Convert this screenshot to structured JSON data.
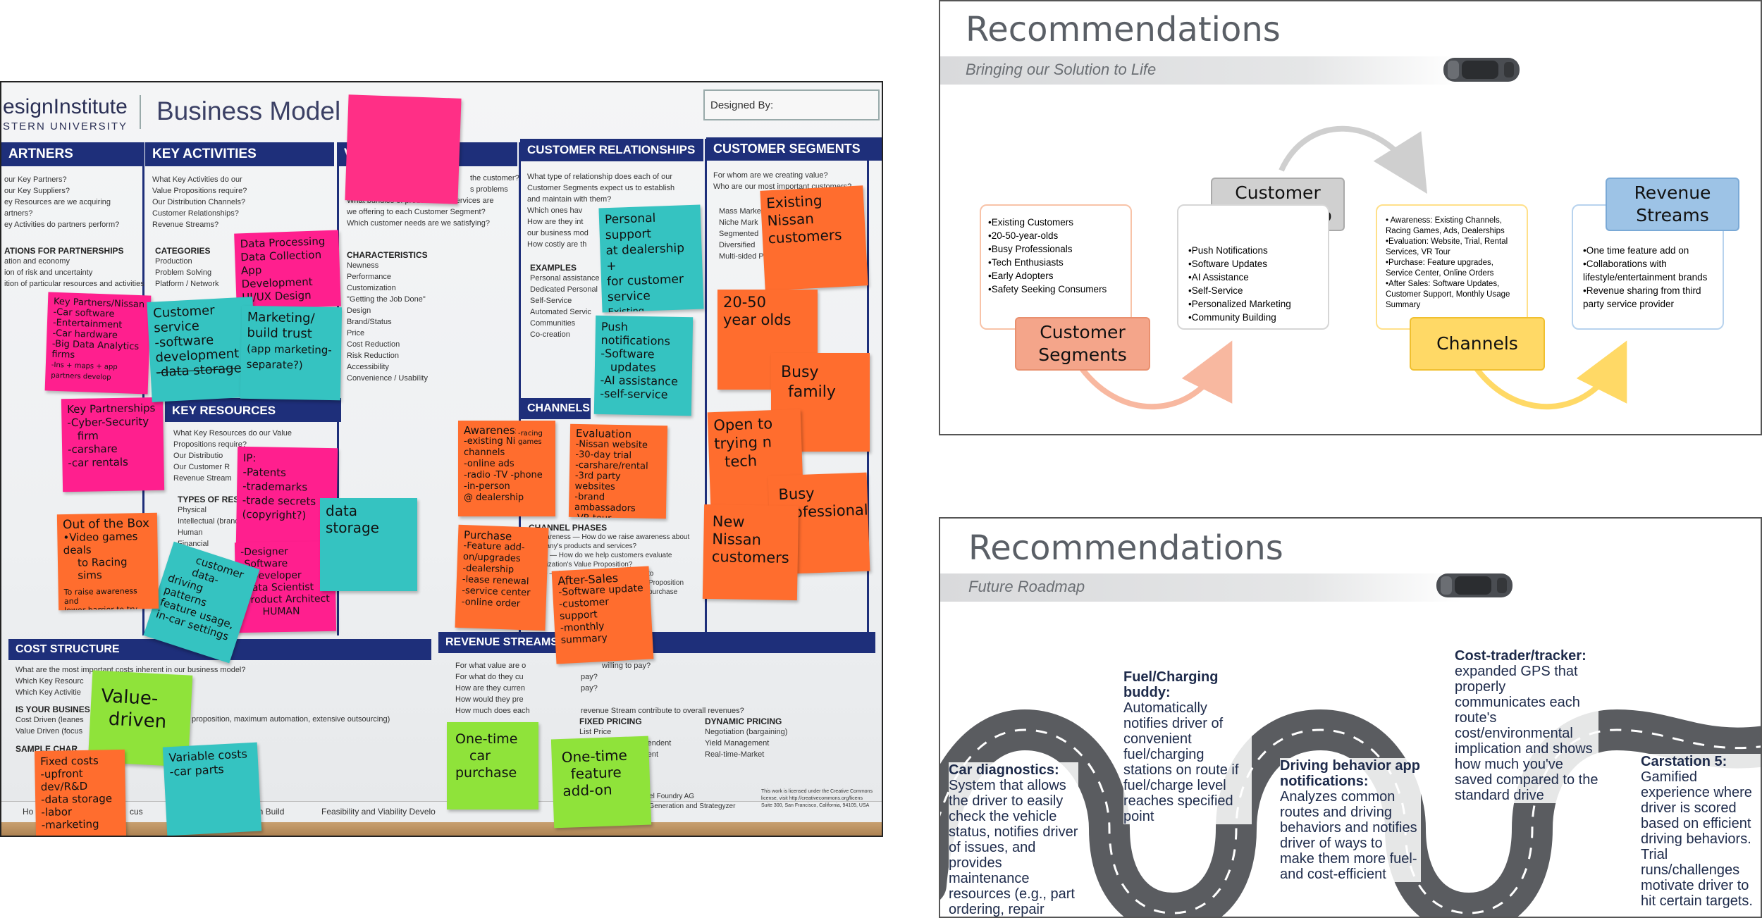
{
  "photo": {
    "canvas_title": "Business Model C",
    "institute": "esignInstitute",
    "university": "STERN UNIVERSITY",
    "designed_by": "Designed By:",
    "headers": {
      "partners": "ARTNERS",
      "key_activities": "KEY ACTIVITIES",
      "value_props": "V                                  IONS",
      "customer_relationships": "CUSTOMER RELATIONSHIPS",
      "customer_segments": "CUSTOMER SEGMENTS",
      "key_resources": "KEY RESOURCES",
      "channels": "CHANNELS",
      "cost_structure": "COST STRUCTURE",
      "revenue_streams": "REVENUE STREAMS"
    },
    "partners_questions": [
      "our Key Partners?",
      "our Key Suppliers?",
      "ey Resources are we acquiring",
      "artners?",
      "ey Activities do partners perform?"
    ],
    "partners_motivations": [
      "ATIONS FOR PARTNERSHIPS",
      "ation and economy",
      "ion of risk and uncertainty",
      "ition of particular resources and activities"
    ],
    "key_activities_questions": [
      "What Key Activities do our",
      "Value Propositions require?",
      "Our Distribution Channels?",
      "Customer Relationships?",
      "Revenue Streams?"
    ],
    "categories_title": "CATEGORIES",
    "categories": [
      "Production",
      "Problem Solving",
      "Platform / Network"
    ],
    "value_questions": [
      "the customer?",
      "s problems",
      "What bundles of products and services are",
      "we offering to each Customer Segment?",
      "Which customer needs are we satisfying?"
    ],
    "characteristics_title": "CHARACTERISTICS",
    "characteristics": [
      "Newness",
      "Performance",
      "Customization",
      "\"Getting the Job Done\"",
      "Design",
      "Brand/Status",
      "Price",
      "Cost Reduction",
      "Risk Reduction",
      "Accessibility",
      "Convenience / Usability"
    ],
    "cr_questions": [
      "What type of relationship does each of our",
      "Customer Segments expect us to establish",
      "and maintain with them?",
      "Which ones hav",
      "How are they int",
      "our business mod",
      "How costly are th"
    ],
    "examples_title": "EXAMPLES",
    "examples": [
      "Personal assistance",
      "Dedicated Personal",
      "Self-Service",
      "Automated Servic",
      "Communities",
      "Co-creation"
    ],
    "cs_questions": [
      "For whom are we creating value?",
      "Who are our most important customers?"
    ],
    "cs_types": [
      "Mass Marke",
      "Niche Mark",
      "Segmented",
      "Diversified",
      "Multi-sided P"
    ],
    "kr_questions": [
      "What Key Resources do our Value",
      "Propositions require?",
      "Our Distributio",
      "Our Customer R",
      "Revenue Stream"
    ],
    "types_title": "TYPES OF RESO",
    "types": [
      "Physical",
      "Intellectual (brand",
      "Human",
      "Financial"
    ],
    "channel_phases_title": "CHANNEL PHASES",
    "channel_phases": [
      "1. Awareness — How do we raise awareness about",
      "company's products and services?",
      "uation — How do we help customers evaluate",
      "organization's Value Proposition?",
      "chase — How do we allow customers to",
      "Proposition",
      "purchase"
    ],
    "cost_questions": [
      "What are the most important costs inherent in our business model?",
      "Which Key Resourc",
      "Which Key Activitie"
    ],
    "cost_business": "IS YOUR BUSINES",
    "cost_items": [
      "Cost Driven (leanes",
      "Value Driven (focus"
    ],
    "sample_chars": "SAMPLE CHAR",
    "cost_extra": "proposition, maximum automation, extensive outsourcing)",
    "revenue_questions": [
      "For what value are o",
      "For what do they cu",
      "How are they curren",
      "How would they pre",
      "How much does each"
    ],
    "revenue_tail": [
      "willing to pay?",
      "pay?",
      "pay?",
      "revenue Stream contribute to overall revenues?"
    ],
    "fixed_pricing_title": "FIXED PRICING",
    "fixed_pricing": [
      "List Price",
      "Product feature dependent",
      "",
      "dependent"
    ],
    "dynamic_pricing_title": "DYNAMIC PRICING",
    "dynamic_pricing": [
      "Negotiation (bargaining)",
      "Yield Management",
      "Real-time-Market"
    ],
    "footer_items": [
      "Ho",
      "cus",
      "gn Build",
      "Feasibility and Viability Develo",
      "odel Foundry AG",
      "al Generation and Strategyzer"
    ],
    "license": [
      "This work is licensed under the Creative Commons",
      "license, visit http://creativecommons.org/licens",
      "Suite 300, San Francisco, California, 94105, USA"
    ],
    "notes": {
      "key_partners": [
        "Key Partners/Nissan",
        "-Car software",
        "-Entertainment",
        "-Car hardware",
        "-Big Data Analytics",
        "firms",
        "-Ins + maps + app",
        "partners  develop"
      ],
      "key_partnerships2": [
        "Key Partnerships",
        "-Cyber-Security",
        "firm",
        "-carshare",
        "-car rentals"
      ],
      "customer_service": [
        "Customer",
        "service",
        "-software",
        "development",
        "-data storage"
      ],
      "marketing": [
        "Marketing/",
        "build trust",
        "(app marketing-",
        "separate?)"
      ],
      "data_processing": [
        "Data Processing",
        "Data Collection",
        "App Development",
        "UI/UX Design"
      ],
      "ip": [
        "IP:",
        "-Patents",
        "-trademarks",
        "-trade secrets",
        "(copyright?)"
      ],
      "designer": [
        "-Designer",
        "-Software",
        "Developer",
        "-Data Scientist",
        "-Product Architect",
        "HUMAN"
      ],
      "data_storage": [
        "data",
        "storage"
      ],
      "customer_data": [
        "customer",
        "data-",
        "driving patterns",
        "feature usage,",
        "in-car settings"
      ],
      "out_of_box": [
        "Out of the Box",
        "•Video games deals",
        "to Racing sims",
        "To raise awareness and",
        "lower barrier to try"
      ],
      "value_driven": [
        "Value-",
        "driven"
      ],
      "fixed_costs": [
        "Fixed costs",
        "-upfront dev/R&D",
        "-data storage",
        "-labor",
        "-marketing"
      ],
      "variable_costs": [
        "Variable costs",
        "-car parts"
      ],
      "personal_support": [
        "Personal support",
        "at dealership +",
        "for customer",
        "service",
        "Existing"
      ],
      "push_notif": [
        "Push",
        "notifications",
        "-Software",
        "updates",
        "-AI assistance",
        "-self-service"
      ],
      "awareness": [
        "Awareness",
        "-existing Nissan",
        "channels",
        "-online ads",
        "-radio  -TV  -phone",
        "-in-person",
        "@ dealership"
      ],
      "racing_games": [
        "-racing",
        "games"
      ],
      "evaluation": [
        "Evaluation",
        "-Nissan website",
        "-30-day trial",
        "-carshare/rental",
        "-3rd party websites",
        "-brand ambassadors",
        "-VR tour"
      ],
      "purchase": [
        "Purchase",
        "-Feature add-on/upgrades",
        "-dealership",
        "-lease renewal",
        "-service center",
        "-online order"
      ],
      "after_sales": [
        "After-Sales",
        "-Software update",
        "-customer support",
        "-monthly summary"
      ],
      "one_time_car": [
        "One-time",
        "car",
        "purchase"
      ],
      "one_time_feature": [
        "One-time",
        "feature",
        "add-on"
      ],
      "existing_nissan": [
        "Existing",
        "Nissan",
        "customers"
      ],
      "age": [
        "20-50",
        "year olds"
      ],
      "busy_family": [
        "Busy",
        "family"
      ],
      "open_to_tech": [
        "Open to",
        "trying n",
        "tech"
      ],
      "new_nissan": [
        "New",
        "Nissan",
        "customers"
      ],
      "busy_prof": [
        "Busy",
        "Professional"
      ]
    }
  },
  "slide1": {
    "title": "Recommendations",
    "subtitle": "Bringing our Solution to Life",
    "segments_label": "Customer Segments",
    "segments_items": [
      "•Existing Customers",
      "•20-50-year-olds",
      "•Busy Professionals",
      "•Tech Enthusiasts",
      "•Early Adopters",
      "•Safety Seeking Consumers"
    ],
    "relationship_label": "Customer Relationship",
    "relationship_items": [
      "•Push Notifications",
      "•Software Updates",
      "•AI Assistance",
      "•Self-Service",
      "•Personalized Marketing",
      "•Community Building"
    ],
    "channels_label": "Channels",
    "channels_items": [
      "• Awareness: Existing Channels, Racing Games, Ads, Dealerships",
      "•Evaluation: Website, Trial, Rental Services, VR Tour",
      "•Purchase: Feature upgrades, Service Center, Online Orders",
      "•After Sales: Software Updates, Customer Support, Monthly Usage Summary"
    ],
    "revenue_label": "Revenue Streams",
    "revenue_items": [
      "•One time feature add on",
      "•Collaborations with lifestyle/entertainment brands",
      "•Revenue sharing from third party service provider"
    ],
    "colors": {
      "segments": "#f4a58a",
      "relationship": "#d0d0d0",
      "channels": "#ffd966",
      "revenue": "#9dc3e6"
    }
  },
  "slide2": {
    "title": "Recommendations",
    "subtitle": "Future Roadmap",
    "items": [
      {
        "title": "Car diagnostics",
        "body": "System that allows the driver to easily check the vehicle status, notifies driver of issues, and provides maintenance resources (e.g., part ordering, repair tutorial)"
      },
      {
        "title": "Fuel/Charging buddy",
        "body": "Automatically notifies driver of convenient fuel/charging stations on route if fuel/charge level reaches specified point"
      },
      {
        "title": "Driving behavior app notifications",
        "body": "Analyzes common routes and driving behaviors and notifies driver of ways to make them more fuel- and cost-efficient"
      },
      {
        "title": "Cost-trader/tracker",
        "body": "expanded GPS that properly communicates each route's cost/environmental implication and shows how much you've saved compared to the standard drive"
      },
      {
        "title": "Carstation 5",
        "body": "Gamified experience where driver is scored based on efficient driving behaviors. Trial runs/challenges motivate driver to hit certain targets."
      }
    ]
  }
}
